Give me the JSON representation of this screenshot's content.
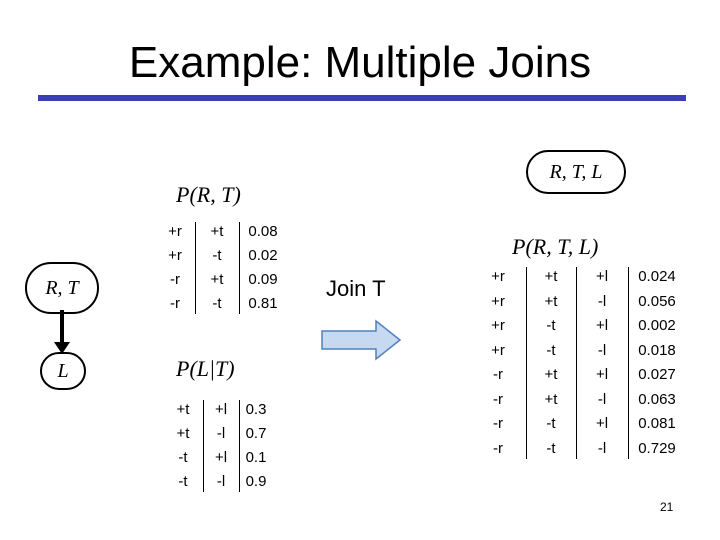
{
  "slide": {
    "title": "Example: Multiple Joins",
    "page_number": "21",
    "join_label": "Join T"
  },
  "nodes": {
    "rt": "R, T",
    "l": "L",
    "rtl": "R, T, L"
  },
  "tables": {
    "p_rt": {
      "label": "P(R, T)",
      "rows": [
        [
          "+r",
          "+t",
          "0.08"
        ],
        [
          "+r",
          "-t",
          "0.02"
        ],
        [
          "-r",
          "+t",
          "0.09"
        ],
        [
          "-r",
          "-t",
          "0.81"
        ]
      ]
    },
    "p_l_given_t": {
      "label": "P(L|T)",
      "rows": [
        [
          "+t",
          "+l",
          "0.3"
        ],
        [
          "+t",
          "-l",
          "0.7"
        ],
        [
          "-t",
          "+l",
          "0.1"
        ],
        [
          "-t",
          "-l",
          "0.9"
        ]
      ]
    },
    "p_rtl": {
      "label": "P(R, T, L)",
      "rows": [
        [
          "+r",
          "+t",
          "+l",
          "0.024"
        ],
        [
          "+r",
          "+t",
          "-l",
          "0.056"
        ],
        [
          "+r",
          "-t",
          "+l",
          "0.002"
        ],
        [
          "+r",
          "-t",
          "-l",
          "0.018"
        ],
        [
          "-r",
          "+t",
          "+l",
          "0.027"
        ],
        [
          "-r",
          "+t",
          "-l",
          "0.063"
        ],
        [
          "-r",
          "-t",
          "+l",
          "0.081"
        ],
        [
          "-r",
          "-t",
          "-l",
          "0.729"
        ]
      ]
    }
  },
  "colors": {
    "title_rule": "#3b3fb6",
    "arrow_fill": "#c6d9f1",
    "arrow_stroke": "#4f81bd"
  }
}
